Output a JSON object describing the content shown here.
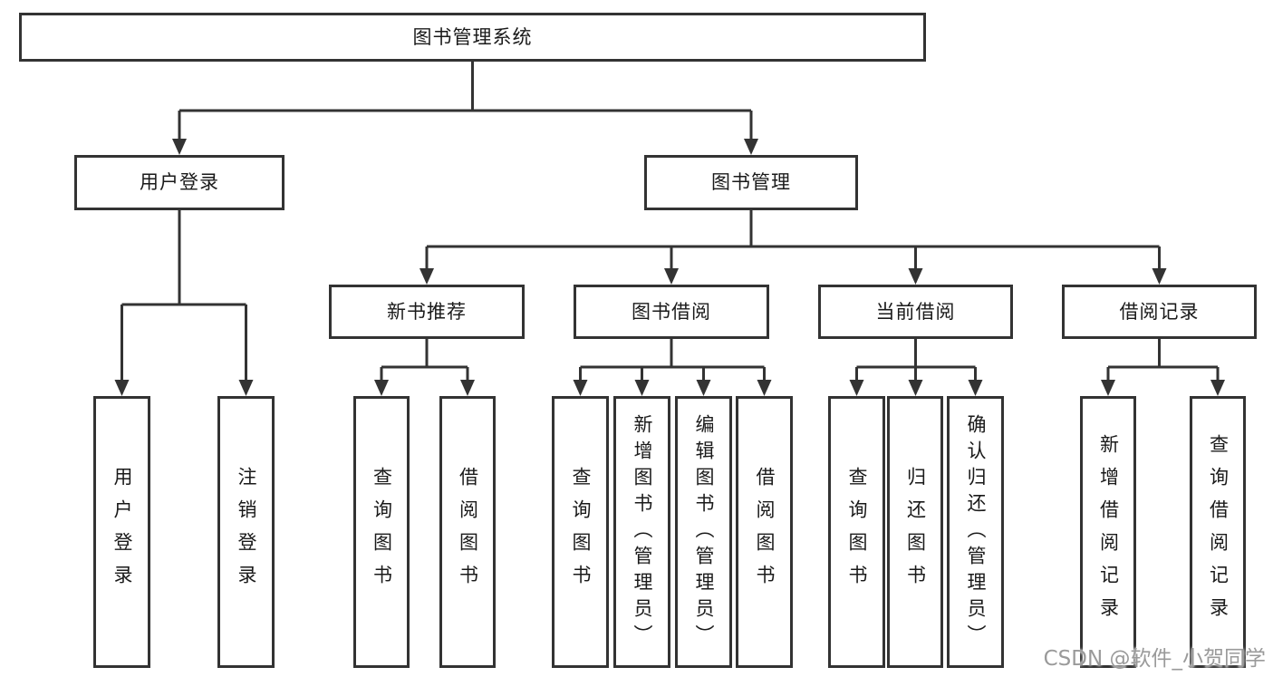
{
  "tree": {
    "label": "图书管理系统",
    "children": [
      {
        "label": "用户登录",
        "children": [
          {
            "label": "用户登录"
          },
          {
            "label": "注销登录"
          }
        ]
      },
      {
        "label": "图书管理",
        "children": [
          {
            "label": "新书推荐",
            "children": [
              {
                "label": "查询图书"
              },
              {
                "label": "借阅图书"
              }
            ]
          },
          {
            "label": "图书借阅",
            "children": [
              {
                "label": "查询图书"
              },
              {
                "label": "新增图书（管理员）"
              },
              {
                "label": "编辑图书（管理员）"
              },
              {
                "label": "借阅图书"
              }
            ]
          },
          {
            "label": "当前借阅",
            "children": [
              {
                "label": "查询图书"
              },
              {
                "label": "归还图书"
              },
              {
                "label": "确认归还（管理员）"
              }
            ]
          },
          {
            "label": "借阅记录",
            "children": [
              {
                "label": "新增借阅记录"
              },
              {
                "label": "查询借阅记录"
              }
            ]
          }
        ]
      }
    ]
  },
  "watermark": {
    "text": "CSDN @软件_小贺同学"
  },
  "colors": {
    "line": "#333333",
    "text": "#1a1a1a",
    "background": "#ffffff",
    "watermark": "#9a9a9a"
  }
}
